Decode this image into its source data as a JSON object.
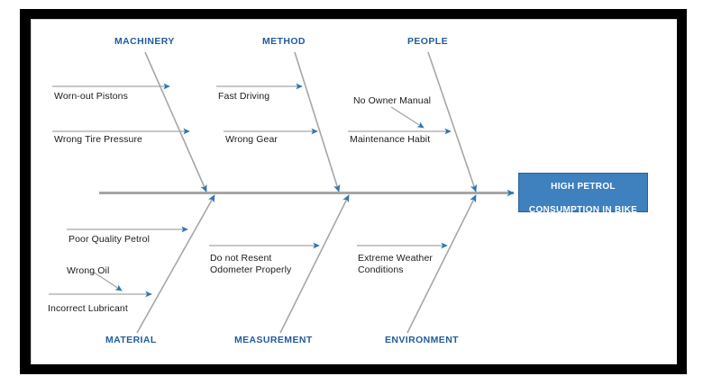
{
  "diagram": {
    "type": "fishbone-ishikawa",
    "effect": {
      "label": "HIGH PETROL\nCONSUMPTION IN BIKE",
      "box_fill": "#3f80bf",
      "box_border": "#2a6296",
      "text_color": "#ffffff"
    },
    "style": {
      "spine_color": "#a6a6a6",
      "rib_color": "#a6a6a6",
      "branch_color": "#a6a6a6",
      "arrow_color": "#2e75b6",
      "category_color": "#1f5c9e",
      "cause_text_color": "#1a1a1a",
      "frame_color": "#000000",
      "background": "#ffffff"
    },
    "categories": [
      {
        "name": "MACHINERY",
        "position": "top",
        "causes": [
          {
            "label": "Worn-out Pistons",
            "subcauses": []
          },
          {
            "label": "Wrong Tire Pressure",
            "subcauses": []
          }
        ]
      },
      {
        "name": "METHOD",
        "position": "top",
        "causes": [
          {
            "label": "Fast Driving",
            "subcauses": []
          },
          {
            "label": "Wrong Gear",
            "subcauses": []
          }
        ]
      },
      {
        "name": "PEOPLE",
        "position": "top",
        "causes": [
          {
            "label": "Maintenance Habit",
            "subcauses": [
              "No Owner Manual"
            ]
          }
        ]
      },
      {
        "name": "MATERIAL",
        "position": "bottom",
        "causes": [
          {
            "label": "Poor Quality Petrol",
            "subcauses": []
          },
          {
            "label": "Incorrect Lubricant",
            "subcauses": [
              "Wrong Oil"
            ]
          }
        ]
      },
      {
        "name": "MEASUREMENT",
        "position": "bottom",
        "causes": [
          {
            "label": "Do not Resent\nOdometer Properly",
            "subcauses": []
          }
        ]
      },
      {
        "name": "ENVIRONMENT",
        "position": "bottom",
        "causes": [
          {
            "label": "Extreme Weather\nConditions",
            "subcauses": []
          }
        ]
      }
    ],
    "labels": {
      "cat_machinery": "MACHINERY",
      "cat_method": "METHOD",
      "cat_people": "PEOPLE",
      "cat_material": "MATERIAL",
      "cat_measurement": "MEASUREMENT",
      "cat_environment": "ENVIRONMENT",
      "cause_worn_pistons": "Worn-out Pistons",
      "cause_tire_pressure": "Wrong Tire Pressure",
      "cause_fast_driving": "Fast Driving",
      "cause_wrong_gear": "Wrong Gear",
      "cause_no_owner_manual": "No Owner Manual",
      "cause_maintenance_habit": "Maintenance Habit",
      "cause_poor_petrol": "Poor Quality Petrol",
      "cause_wrong_oil": "Wrong Oil",
      "cause_incorrect_lubricant": "Incorrect Lubricant",
      "cause_odometer_line1": "Do not Resent",
      "cause_odometer_line2": "Odometer Properly",
      "cause_weather_line1": "Extreme Weather",
      "cause_weather_line2": "Conditions",
      "effect_line1": "HIGH PETROL",
      "effect_line2": "CONSUMPTION IN BIKE"
    }
  }
}
